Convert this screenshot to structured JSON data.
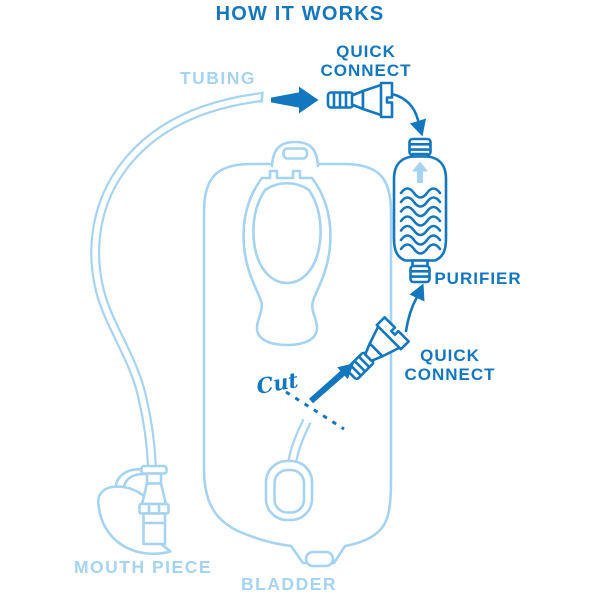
{
  "title": "HOW IT WORKS",
  "colors": {
    "dark_blue": "#1377BE",
    "light_blue": "#A6D3EF",
    "background": "#FFFFFF"
  },
  "labels": {
    "tubing": "TUBING",
    "quick_connect_top": {
      "line1": "QUICK",
      "line2": "CONNECT"
    },
    "purifier": "PURIFIER",
    "quick_connect_bottom": {
      "line1": "QUICK",
      "line2": "CONNECT"
    },
    "cut": "Cut",
    "mouth_piece": "MOUTH PIECE",
    "bladder": "BLADDER"
  }
}
